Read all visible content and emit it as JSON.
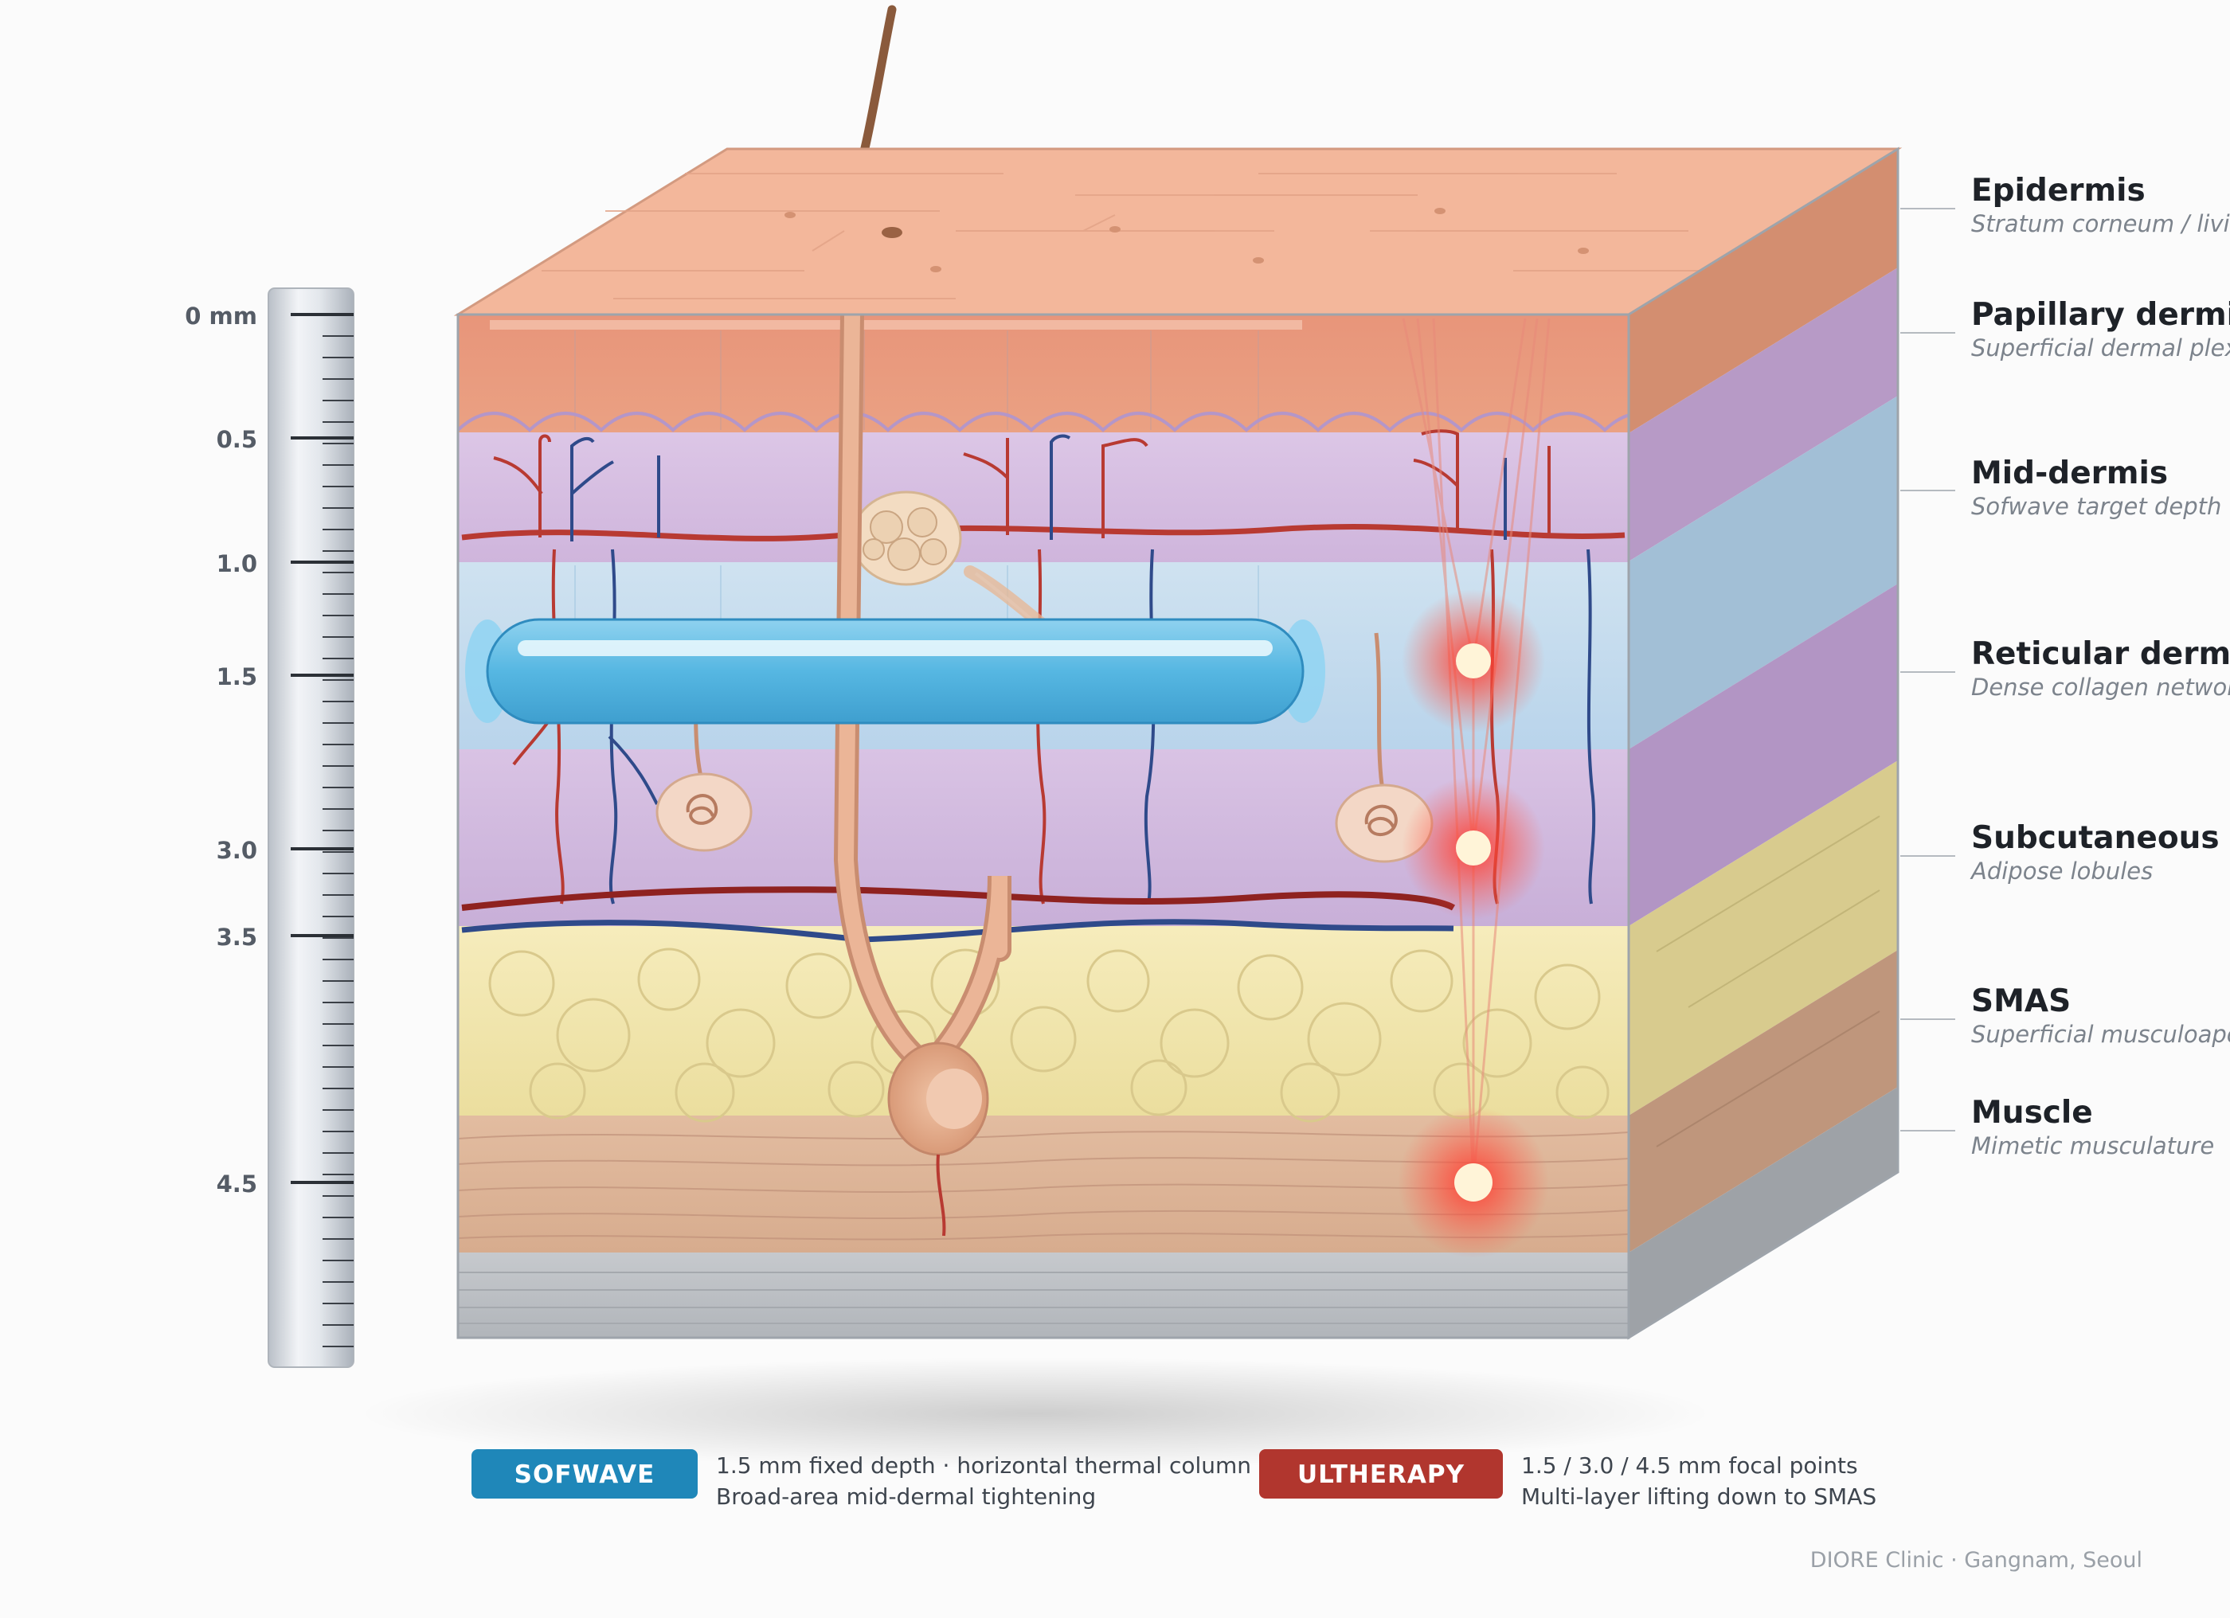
{
  "ruler": {
    "ticks": [
      {
        "label": "0 mm"
      },
      {
        "label": "0.5"
      },
      {
        "label": "1.0"
      },
      {
        "label": "1.5"
      },
      {
        "label": "3.0"
      },
      {
        "label": "3.5"
      },
      {
        "label": "4.5"
      }
    ]
  },
  "layers": [
    {
      "title": "Epidermis",
      "subtitle": "Stratum corneum / living epidermis",
      "color": "#e8957a"
    },
    {
      "title": "Papillary dermis",
      "subtitle": "Superficial dermal plexus",
      "color": "#d8c0e2"
    },
    {
      "title": "Mid-dermis",
      "subtitle": "Sofwave target depth",
      "color": "#c4dcee"
    },
    {
      "title": "Reticular dermis",
      "subtitle": "Dense collagen network",
      "color": "#d3bde0"
    },
    {
      "title": "Subcutaneous fat",
      "subtitle": "Adipose lobules",
      "color": "#f0e6b0"
    },
    {
      "title": "SMAS",
      "subtitle": "Superficial musculoaponeurotic system",
      "color": "#dfb69a"
    },
    {
      "title": "Muscle",
      "subtitle": "Mimetic musculature",
      "color": "#bfc3c8"
    }
  ],
  "legend": {
    "sofwave": {
      "badge": "SOFWAVE",
      "line1": "1.5 mm fixed depth · horizontal thermal column",
      "line2": "Broad-area mid-dermal tightening",
      "color": "#1f87b9"
    },
    "ultherapy": {
      "badge": "ULTHERAPY",
      "line1": "1.5 / 3.0 / 4.5 mm focal points",
      "line2": "Multi-layer lifting down to SMAS",
      "color": "#b1362e"
    }
  },
  "footer": "DIORE Clinic · Gangnam, Seoul"
}
